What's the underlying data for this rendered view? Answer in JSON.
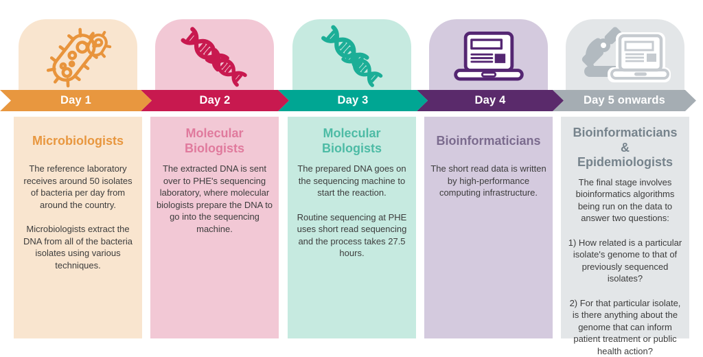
{
  "columns": [
    {
      "day_label": "Day 1",
      "icon": "bacteria-icon",
      "role": "Microbiologists",
      "paragraphs": [
        "The reference laboratory receives around 50 isolates of bacteria per day from around the country.",
        "Microbiologists extract the DNA from all of the bacteria isolates using various techniques."
      ],
      "colors": {
        "banner": "#E8973F",
        "card_bg": "#F9E5CF",
        "title": "#E8973F",
        "icon": "#E8943C"
      }
    },
    {
      "day_label": "Day 2",
      "icon": "dna-icon",
      "role": "Molecular Biologists",
      "paragraphs": [
        "The extracted DNA is sent over to PHE's sequencing laboratory, where molecular biologists prepare the DNA to go into the sequencing machine."
      ],
      "colors": {
        "banner": "#C8194F",
        "card_bg": "#F2C8D5",
        "title": "#E07A9D",
        "icon": "#C8194F"
      }
    },
    {
      "day_label": "Day 3",
      "icon": "dna-icon",
      "role": "Molecular Biologists",
      "paragraphs": [
        "The prepared DNA goes on the sequencing machine to start the reaction.",
        "Routine sequencing at PHE uses short read sequencing and the process takes 27.5 hours."
      ],
      "colors": {
        "banner": "#00A693",
        "card_bg": "#C6EAE0",
        "title": "#4DBBA5",
        "icon": "#1CAE97"
      }
    },
    {
      "day_label": "Day 4",
      "icon": "laptop-icon",
      "role": "Bioinformaticians",
      "paragraphs": [
        "The short read data is written by high-performance computing infrastructure."
      ],
      "colors": {
        "banner": "#5A2A6B",
        "card_bg": "#D4CADE",
        "title": "#7B6B8E",
        "icon": "#542672"
      }
    },
    {
      "day_label": "Day 5 onwards",
      "icon": "microscope-laptop-icon",
      "role": "Bioinformaticians & Epidemiologists",
      "paragraphs": [
        "The final stage involves bioinformatics algorithms being run on the data to answer two questions:",
        "1) How related is a particular isolate's genome to that of previously sequenced isolates?",
        "2) For that particular isolate, is there anything about the genome that can inform patient treatment or public health action?"
      ],
      "colors": {
        "banner": "#A5ADB3",
        "card_bg": "#E3E6E8",
        "title": "#76838C",
        "icon": "#B2BAC0",
        "icon_secondary": "#C6CBD0"
      }
    }
  ],
  "text_color": "#3C3C3C"
}
